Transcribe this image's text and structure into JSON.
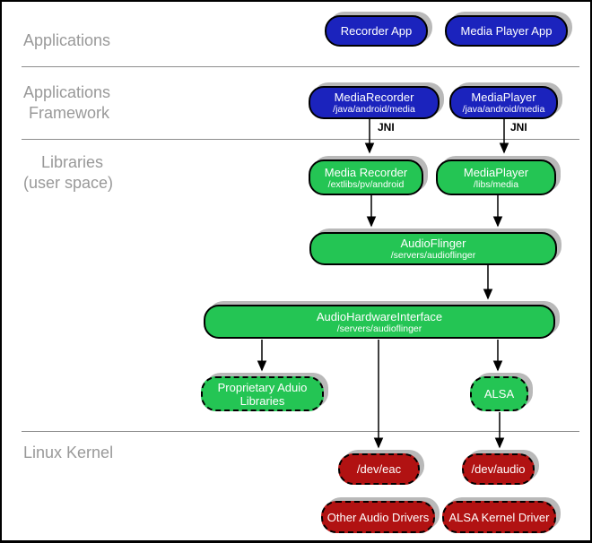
{
  "layer_labels": {
    "applications": "Applications",
    "framework_line1": "Applications",
    "framework_line2": "Framework",
    "libraries_line1": "Libraries",
    "libraries_line2": "(user space)",
    "linux_kernel": "Linux Kernel"
  },
  "edge_labels": {
    "jni": "JNI"
  },
  "nodes": {
    "recorder_app": {
      "title": "Recorder App"
    },
    "media_player_app": {
      "title": "Media Player App"
    },
    "media_recorder_fw": {
      "title": "MediaRecorder",
      "path": "/java/android/media"
    },
    "media_player_fw": {
      "title": "MediaPlayer",
      "path": "/java/android/media"
    },
    "media_recorder_lib": {
      "title": "Media Recorder",
      "path": "/extlibs/pv/android"
    },
    "media_player_lib": {
      "title": "MediaPlayer",
      "path": "/libs/media"
    },
    "audio_flinger": {
      "title": "AudioFlinger",
      "path": "/servers/audioflinger"
    },
    "audio_hardware_interface": {
      "title": "AudioHardwareInterface",
      "path": "/servers/audioflinger"
    },
    "proprietary_audio_libraries": {
      "title": "Proprietary Aduio Libraries"
    },
    "alsa": {
      "title": "ALSA"
    },
    "dev_eac": {
      "title": "/dev/eac"
    },
    "dev_audio": {
      "title": "/dev/audio"
    },
    "other_audio_drivers": {
      "title": "Other Audio Drivers"
    },
    "alsa_kernel_driver": {
      "title": "ALSA Kernel Driver"
    }
  },
  "colors": {
    "app_blue": "#1b23bd",
    "lib_green": "#24c554",
    "kernel_red": "#b11212",
    "shadow_gray": "#b9b9b9",
    "label_gray": "#999999",
    "divider_gray": "#8c8c8c"
  }
}
